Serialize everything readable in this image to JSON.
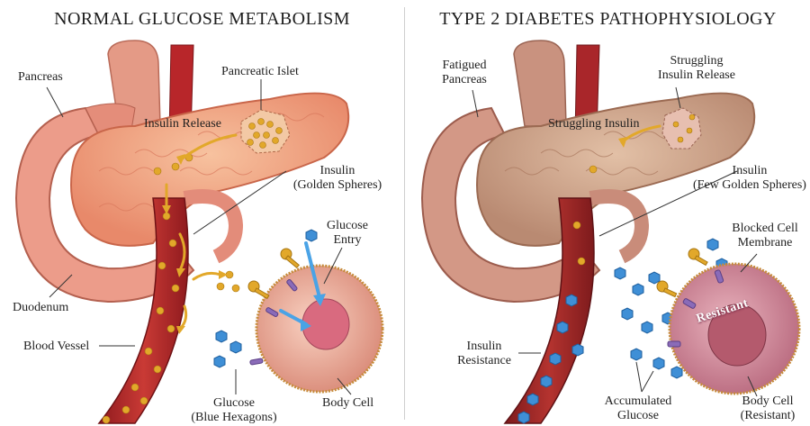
{
  "left": {
    "title": "NORMAL GLUCOSE METABOLISM",
    "labels": {
      "pancreas": "Pancreas",
      "islet": "Pancreatic Islet",
      "insulin_release": "Insulin Release",
      "insulin_line1": "Insulin",
      "insulin_line2": "(Golden Spheres)",
      "glucose_entry_line1": "Glucose",
      "glucose_entry_line2": "Entry",
      "duodenum": "Duodenum",
      "blood_vessel": "Blood Vessel",
      "glucose_line1": "Glucose",
      "glucose_line2": "(Blue Hexagons)",
      "body_cell": "Body Cell"
    }
  },
  "right": {
    "title": "TYPE 2 DIABETES PATHOPHYSIOLOGY",
    "labels": {
      "fatigued_line1": "Fatigued",
      "fatigued_line2": "Pancreas",
      "struggling_release_line1": "Struggling",
      "struggling_release_line2": "Insulin Release",
      "struggling_insulin": "Struggling Insulin",
      "insulin_line1": "Insulin",
      "insulin_line2": "(Few Golden Spheres)",
      "blocked_line1": "Blocked Cell",
      "blocked_line2": "Membrane",
      "resistant_tag": "Resistant",
      "resistance_line1": "Insulin",
      "resistance_line2": "Resistance",
      "accumulated_line1": "Accumulated",
      "accumulated_line2": "Glucose",
      "body_cell_line1": "Body Cell",
      "body_cell_line2": "(Resistant)"
    }
  },
  "colors": {
    "pancreas_healthy": "#f0a27f",
    "pancreas_fatigued": "#c99a80",
    "vessel": "#b8262a",
    "insulin": "#e2a82a",
    "glucose": "#3f8fd6",
    "receptor": "#8a6bb8",
    "cell": "#f2b8a6",
    "nucleus": "#d96a7f"
  },
  "icons": [
    "insulin-sphere-icon",
    "glucose-hexagon-icon",
    "insulin-key-icon",
    "receptor-icon",
    "flow-arrow-icon"
  ]
}
